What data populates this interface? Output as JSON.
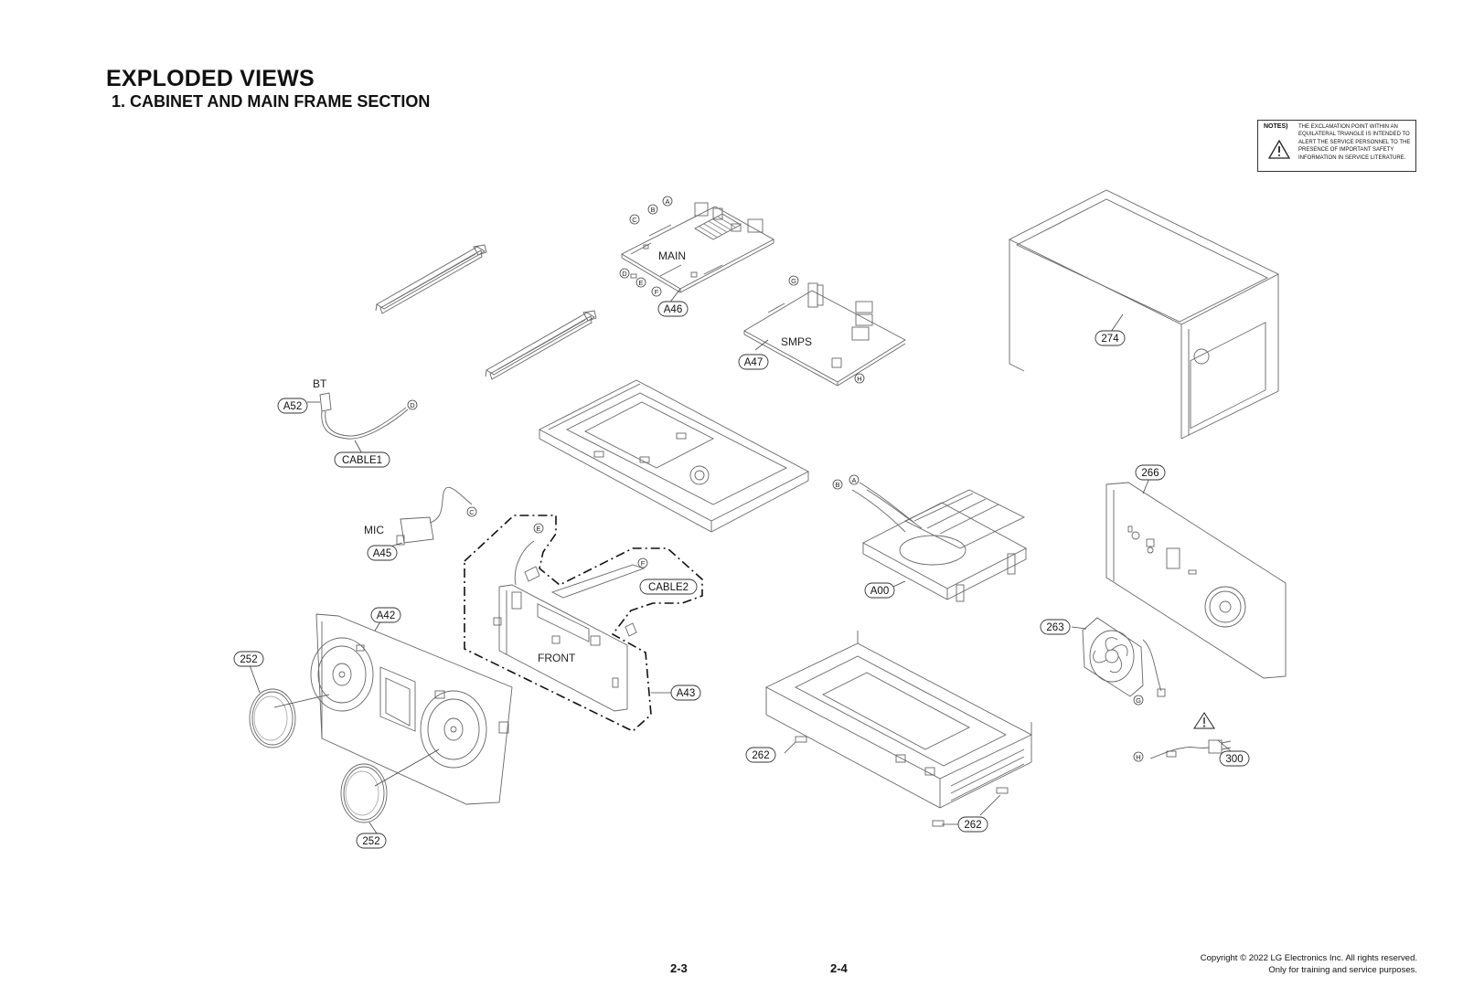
{
  "header": {
    "title": "EXPLODED VIEWS",
    "subtitle": "1. CABINET AND MAIN FRAME SECTION"
  },
  "notes": {
    "label": "NOTES)",
    "text": "THE EXCLAMATION POINT WITHIN AN EQUILATERAL TRIANGLE IS INTENDED TO ALERT THE SERVICE PERSONNEL TO THE PRESENCE OF IMPORTANT SAFETY INFORMATION IN SERVICE LITERATURE."
  },
  "board_labels": {
    "main": "MAIN",
    "smps": "SMPS",
    "front": "FRONT",
    "bt": "BT",
    "mic": "MIC"
  },
  "callouts": {
    "a46": "A46",
    "a47": "A47",
    "a52": "A52",
    "cable1": "CABLE1",
    "a45": "A45",
    "cable2": "CABLE2",
    "a42": "A42",
    "a43": "A43",
    "a00": "A00",
    "p252a": "252",
    "p252b": "252",
    "p262a": "262",
    "p262b": "262",
    "p263": "263",
    "p266": "266",
    "p274": "274",
    "p300": "300"
  },
  "connectors": {
    "a_main": "A",
    "b_main": "B",
    "c_main": "C",
    "d_main": "D",
    "e_main": "E",
    "f_main": "F",
    "g_smps": "G",
    "h_smps": "H",
    "d_bt": "D",
    "c_mic": "C",
    "e_front": "E",
    "f_front": "F",
    "a_loader": "A",
    "b_loader": "B",
    "g_fan": "G",
    "h_power": "H"
  },
  "footer": {
    "page_left": "2-3",
    "page_right": "2-4",
    "copyright_line1": "Copyright © 2022 LG Electronics Inc. All rights reserved.",
    "copyright_line2": "Only for training and service purposes."
  }
}
